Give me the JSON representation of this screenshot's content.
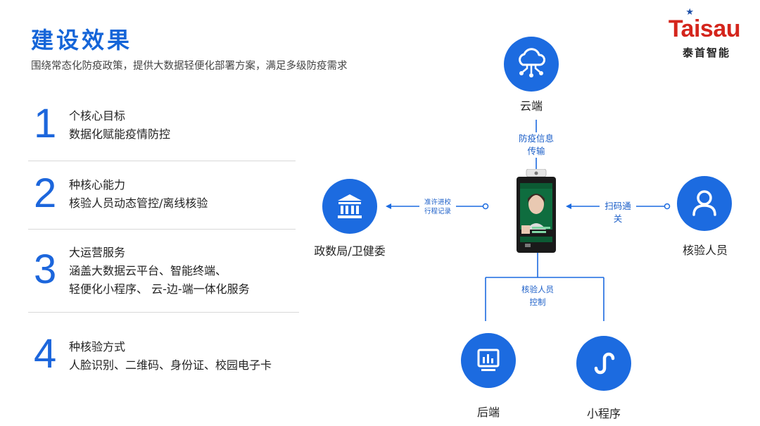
{
  "header": {
    "title": "建设效果",
    "subtitle": "围绕常态化防疫政策，提供大数据轻便化部署方案，满足多级防疫需求"
  },
  "logo": {
    "en": "Taisau",
    "cn": "泰首智能"
  },
  "points": [
    {
      "num": "1",
      "lines": [
        "个核心目标",
        "数据化赋能疫情防控"
      ]
    },
    {
      "num": "2",
      "lines": [
        "种核心能力",
        "核验人员动态管控/离线核验"
      ]
    },
    {
      "num": "3",
      "lines": [
        "大运营服务",
        "涵盖大数据云平台、智能终端、",
        "轻便化小程序、 云-边-端一体化服务"
      ]
    },
    {
      "num": "4",
      "lines": [
        "种核验方式",
        "人脸识别、二维码、身份证、校园电子卡"
      ]
    }
  ],
  "diagram": {
    "cloud_label": "云端",
    "gov_label": "政数局/卫健委",
    "person_label": "核验人员",
    "backend_label": "后端",
    "miniapp_label": "小程序",
    "conn_cloud": [
      "防疫信息",
      "传输"
    ],
    "conn_gov": [
      "准许进校",
      "行程记录"
    ],
    "conn_person": [
      "扫码通",
      "关"
    ],
    "conn_bottom": [
      "核验人员",
      "控制"
    ]
  },
  "colors": {
    "accent": "#1c6be0",
    "logo_red": "#d4251c"
  }
}
